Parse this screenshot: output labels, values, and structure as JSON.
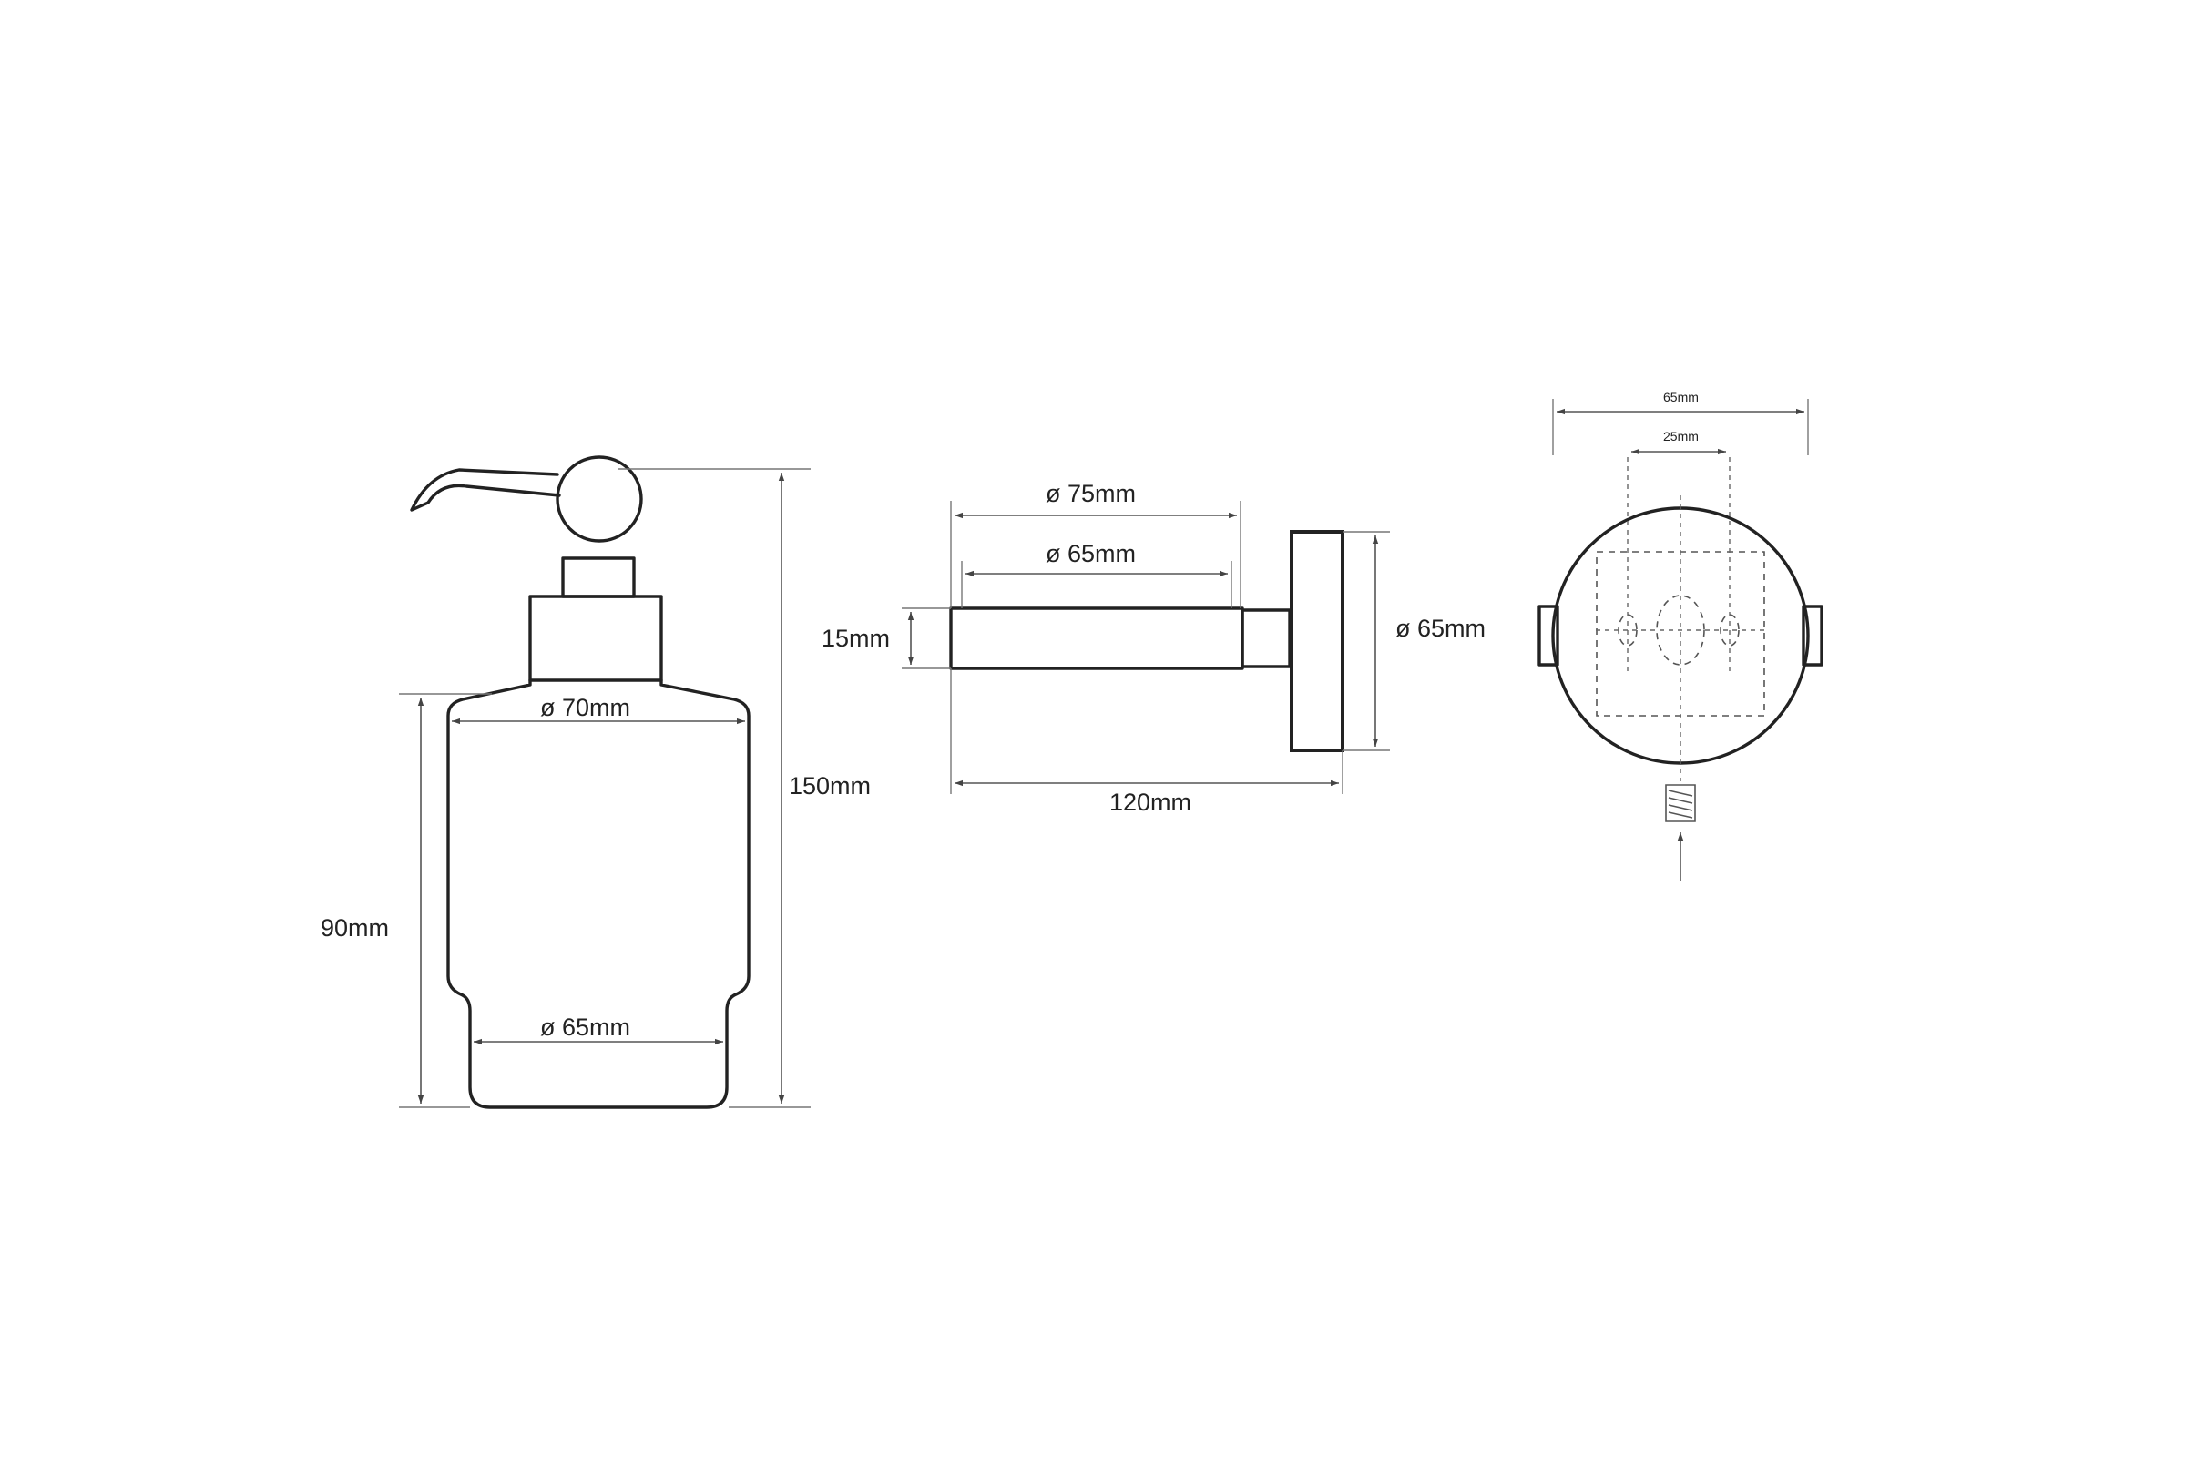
{
  "dispenser_front": {
    "total_height": "150mm",
    "bottle_height": "90mm",
    "shoulder_diameter": "ø 70mm",
    "base_diameter": "ø 65mm"
  },
  "dispenser_side": {
    "arm_outer_diameter": "ø 75mm",
    "arm_inner_diameter": "ø 65mm",
    "arm_thickness": "15mm",
    "plate_diameter": "ø 65mm",
    "projection": "120mm"
  },
  "wall_plate": {
    "plate_width": "65mm",
    "hole_spacing": "25mm"
  }
}
